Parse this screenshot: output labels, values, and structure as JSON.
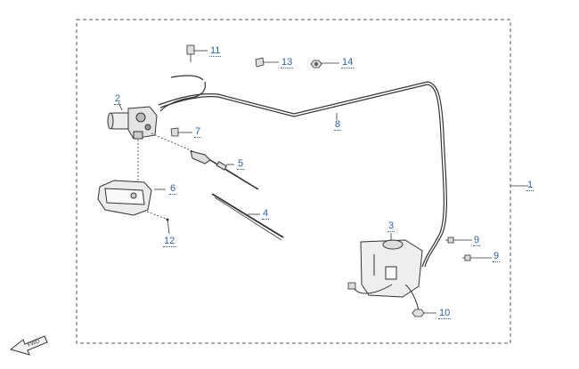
{
  "callouts": {
    "c1": "1",
    "c2": "2",
    "c3": "3",
    "c4": "4",
    "c5": "5",
    "c6": "6",
    "c7": "7",
    "c8": "8",
    "c9a": "9",
    "c9b": "9",
    "c10": "10",
    "c11": "11",
    "c12": "12",
    "c13": "13",
    "c14": "14"
  },
  "fwd_label": "FWD",
  "colors": {
    "callout": "#2e5fa3",
    "line": "#333333",
    "frame": "#555555"
  }
}
